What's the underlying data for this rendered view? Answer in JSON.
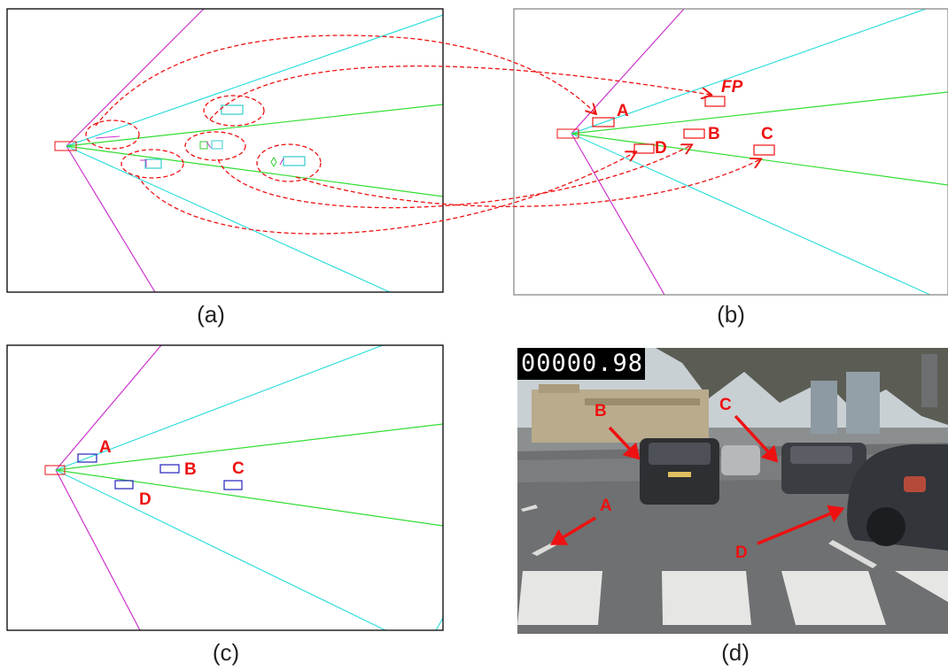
{
  "captions": {
    "a": "(a)",
    "b": "(b)",
    "c": "(c)",
    "d": "(d)"
  },
  "labels": {
    "A": "A",
    "B": "B",
    "C": "C",
    "D": "D",
    "FP": "FP"
  },
  "timestamp": "00000.98",
  "colors": {
    "fov_lines": "#cc33cc",
    "lane_lines": "#33dd33",
    "side_lines": "#33dddd",
    "annotation_red": "#ee1111",
    "detection_blue": "#2222bb"
  }
}
